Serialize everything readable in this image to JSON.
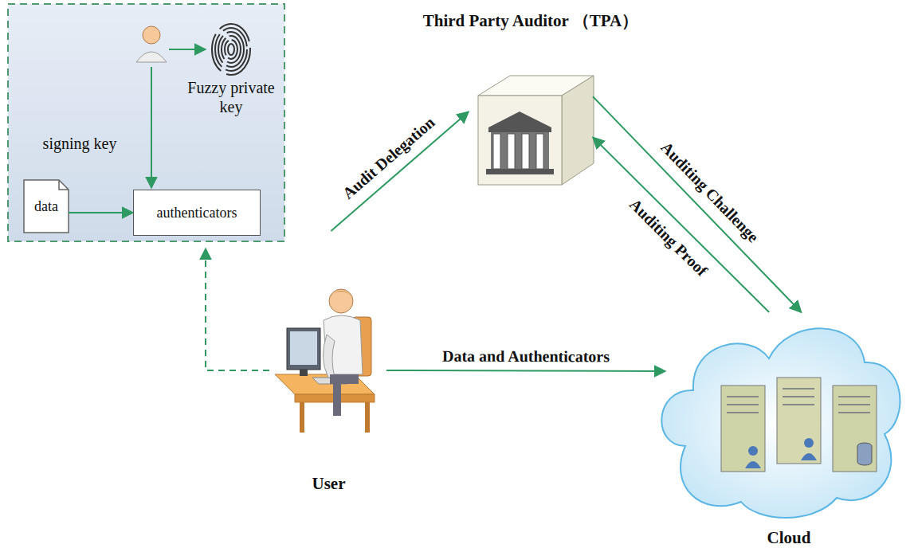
{
  "diagram": {
    "nodes": [
      {
        "text": [
          "data"
        ]
      },
      {
        "text": [
          "authenticators"
        ]
      },
      {
        "text": [
          "Third Party Auditor （TPA）"
        ]
      },
      {
        "text": [
          "User"
        ]
      },
      {
        "text": [
          "Cloud"
        ]
      }
    ],
    "edges": [
      {
        "from": 0,
        "to": 1,
        "arrow": "to"
      },
      {
        "from": 3,
        "to": 2,
        "label": "Audit Delegation",
        "arrow": "to"
      },
      {
        "from": 2,
        "to": 4,
        "label": "Auditing Challenge",
        "arrow": "to"
      },
      {
        "from": 4,
        "to": 2,
        "label": "Auditing Proof",
        "arrow": "to"
      },
      {
        "from": 3,
        "to": 4,
        "label": "Data and Authenticators",
        "arrow": "to"
      }
    ],
    "labels": [
      "signing key",
      "Fuzzy private key"
    ]
  }
}
